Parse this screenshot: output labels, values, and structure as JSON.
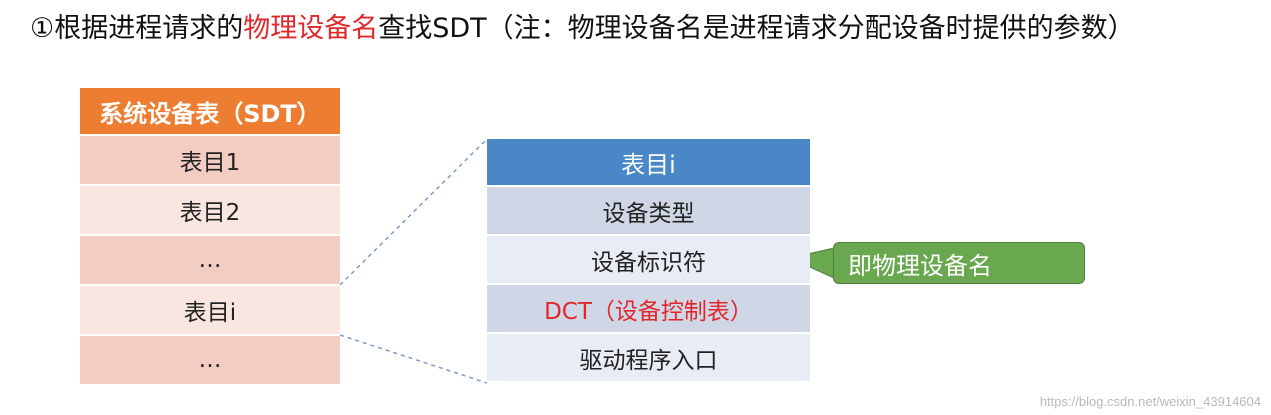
{
  "title": {
    "prefix": "①根据进程请求的",
    "highlight": "物理设备名",
    "suffix": "查找SDT（注：物理设备名是进程请求分配设备时提供的参数）"
  },
  "sdt_table": {
    "header": "系统设备表（SDT）",
    "rows": [
      "表目1",
      "表目2",
      "…",
      "表目i",
      "…"
    ]
  },
  "dct_table": {
    "header": "表目i",
    "rows": [
      "设备类型",
      "设备标识符",
      "DCT（设备控制表）",
      "驱动程序入口"
    ]
  },
  "callout": "即物理设备名",
  "watermark": "https://blog.csdn.net/weixin_43914604",
  "colors": {
    "sdt_header": "#ed7d31",
    "dct_header": "#4a87c7",
    "callout": "#6aa84f",
    "highlight_red": "#e0282a"
  }
}
